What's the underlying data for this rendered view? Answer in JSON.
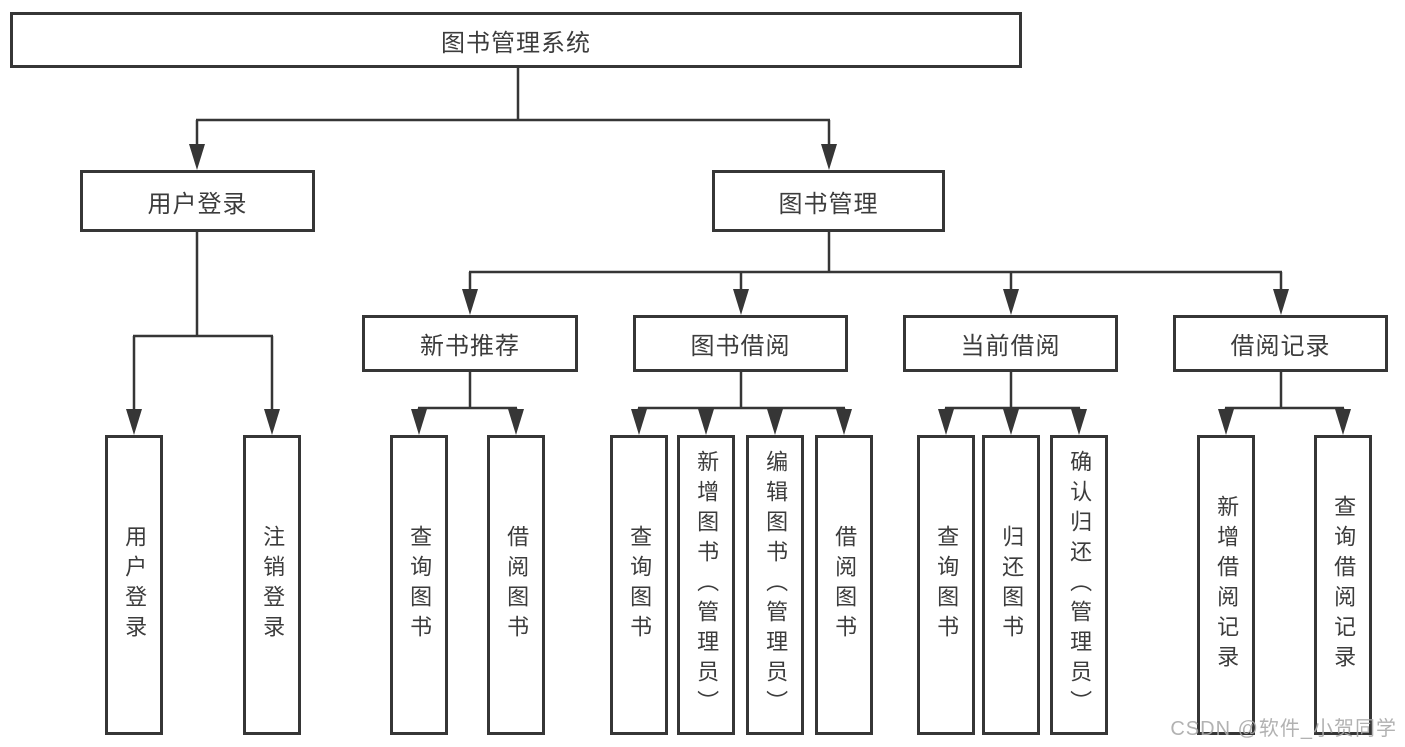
{
  "diagram": {
    "root": {
      "label": "图书管理系统"
    },
    "level2": {
      "user_login": {
        "label": "用户登录"
      },
      "book_mgmt": {
        "label": "图书管理"
      }
    },
    "level3": {
      "new_books": {
        "label": "新书推荐"
      },
      "book_borrow": {
        "label": "图书借阅"
      },
      "current_borrow": {
        "label": "当前借阅"
      },
      "borrow_records": {
        "label": "借阅记录"
      }
    },
    "leaves": {
      "user_login": {
        "label": "用户登录"
      },
      "logout": {
        "label": "注销登录"
      },
      "nb_query": {
        "label": "查询图书"
      },
      "nb_borrow": {
        "label": "借阅图书"
      },
      "bb_query": {
        "label": "查询图书"
      },
      "bb_add": {
        "label": "新增图书（管理员）"
      },
      "bb_edit": {
        "label": "编辑图书（管理员）"
      },
      "bb_borrow": {
        "label": "借阅图书"
      },
      "cb_query": {
        "label": "查询图书"
      },
      "cb_return": {
        "label": "归还图书"
      },
      "cb_confirm": {
        "label": "确认归还（管理员）"
      },
      "br_add": {
        "label": "新增借阅记录"
      },
      "br_query": {
        "label": "查询借阅记录"
      }
    }
  },
  "watermark": {
    "text": "CSDN @软件_小贺同学"
  },
  "colors": {
    "line": "#363636",
    "text": "#3c3c3c",
    "background": "#ffffff",
    "watermark": "#aaaaaa"
  }
}
